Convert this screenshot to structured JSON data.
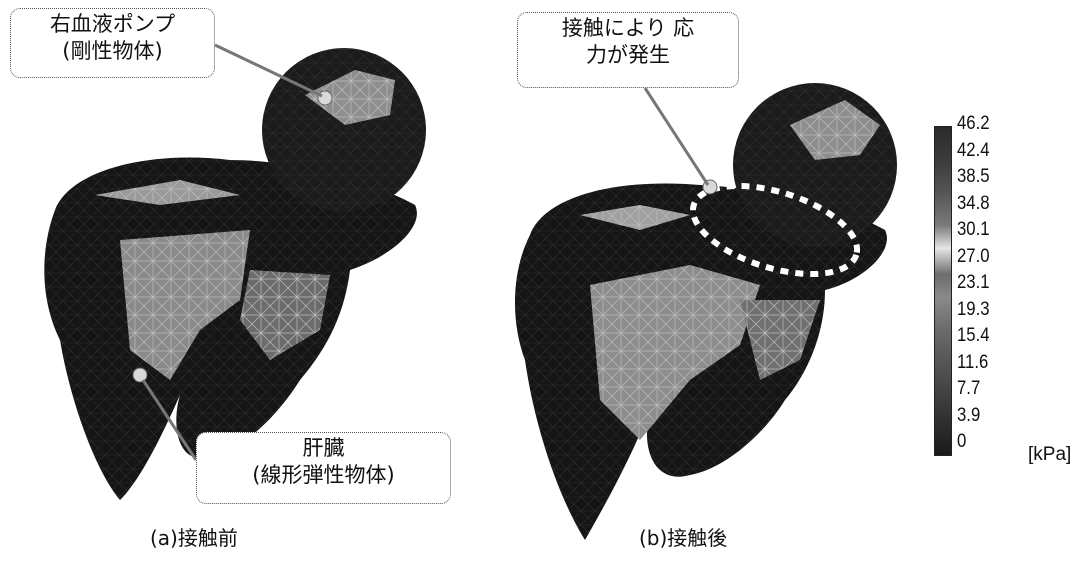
{
  "callouts": {
    "pump": {
      "line1": "右血液ポンプ",
      "line2": "(剛性物体)"
    },
    "liver": {
      "line1": "肝臓",
      "line2": "(線形弾性物体)"
    },
    "contact": {
      "line1": "接触により 応",
      "line2": "力が発生"
    }
  },
  "captions": {
    "before": "(a)接触前",
    "after": "(b)接触後"
  },
  "colorbar": {
    "ticks": [
      "46.2",
      "42.4",
      "38.5",
      "34.8",
      "30.1",
      "27.0",
      "23.1",
      "19.3",
      "15.4",
      "11.6",
      "7.7",
      "3.9",
      "0"
    ],
    "unit": "[kPa]"
  }
}
